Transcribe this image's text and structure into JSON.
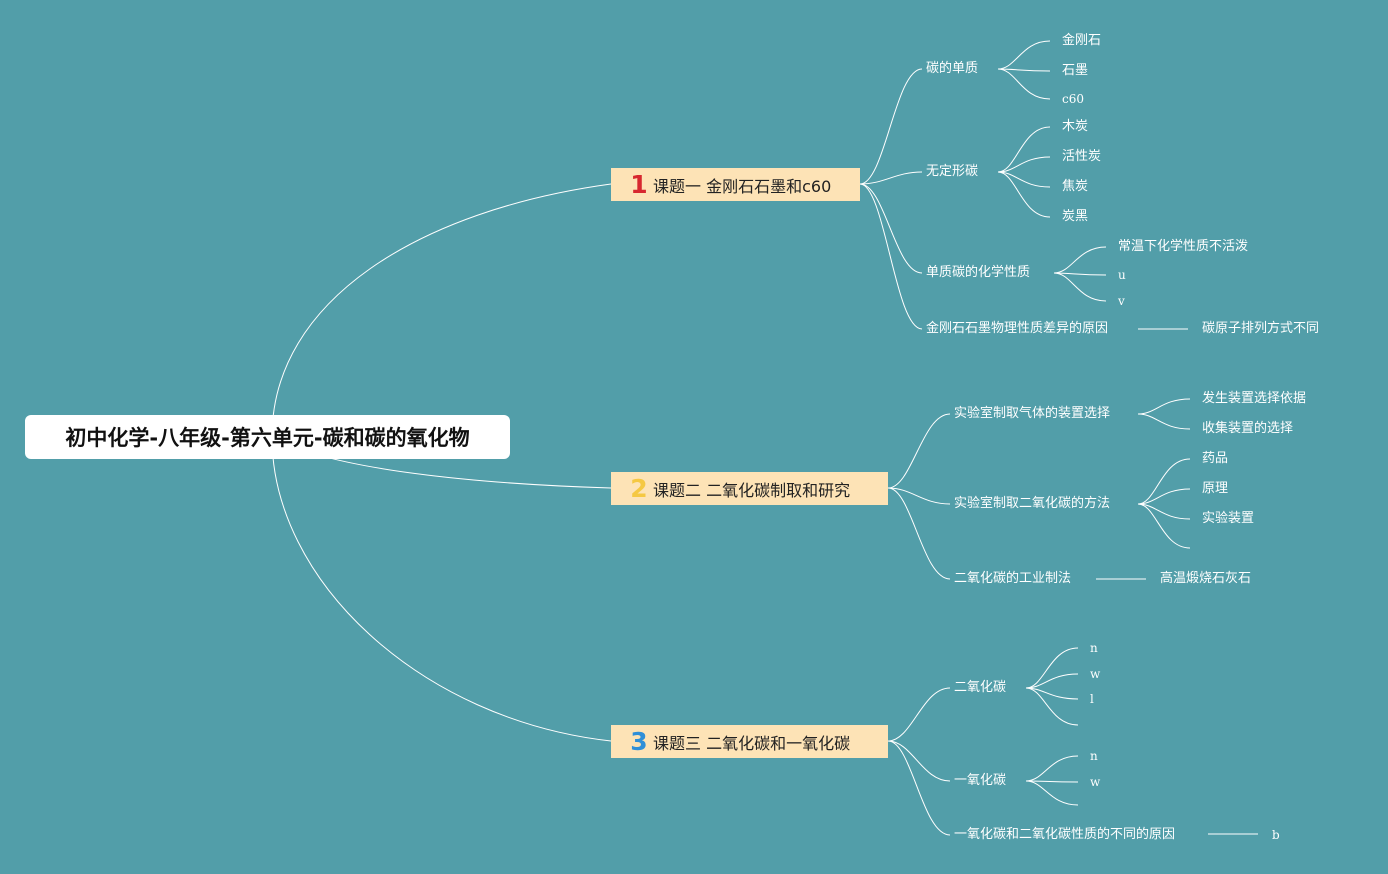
{
  "root": {
    "title": "初中化学-八年级-第六单元-碳和碳的氧化物"
  },
  "colors": {
    "background": "#529ea9",
    "topic_fill": "#fde3b6",
    "badge1": "#d7282f",
    "badge2": "#f5c842",
    "badge3": "#2f8fd8"
  },
  "topics": [
    {
      "badge": "1",
      "label": "课题一 金刚石石墨和c60",
      "children": [
        {
          "label": "碳的单质",
          "children": [
            "金刚石",
            "石墨",
            "c60"
          ]
        },
        {
          "label": "无定形碳",
          "children": [
            "木炭",
            "活性炭",
            "焦炭",
            "炭黑"
          ]
        },
        {
          "label": "单质碳的化学性质",
          "children": [
            "常温下化学性质不活泼",
            "u",
            "v"
          ]
        },
        {
          "label": "金刚石石墨物理性质差异的原因",
          "children": [
            "碳原子排列方式不同"
          ]
        }
      ]
    },
    {
      "badge": "2",
      "label": "课题二 二氧化碳制取和研究",
      "children": [
        {
          "label": "实验室制取气体的装置选择",
          "children": [
            "发生装置选择依据",
            "收集装置的选择"
          ]
        },
        {
          "label": "实验室制取二氧化碳的方法",
          "children": [
            "药品",
            "原理",
            "实验装置",
            ""
          ]
        },
        {
          "label": "二氧化碳的工业制法",
          "children": [
            "高温煅烧石灰石"
          ]
        }
      ]
    },
    {
      "badge": "3",
      "label": "课题三 二氧化碳和一氧化碳",
      "children": [
        {
          "label": "二氧化碳",
          "children": [
            "n",
            "w",
            "l",
            ""
          ]
        },
        {
          "label": "一氧化碳",
          "children": [
            "n",
            "w",
            ""
          ]
        },
        {
          "label": "一氧化碳和二氧化碳性质的不同的原因",
          "children": [
            "b"
          ]
        }
      ]
    }
  ]
}
